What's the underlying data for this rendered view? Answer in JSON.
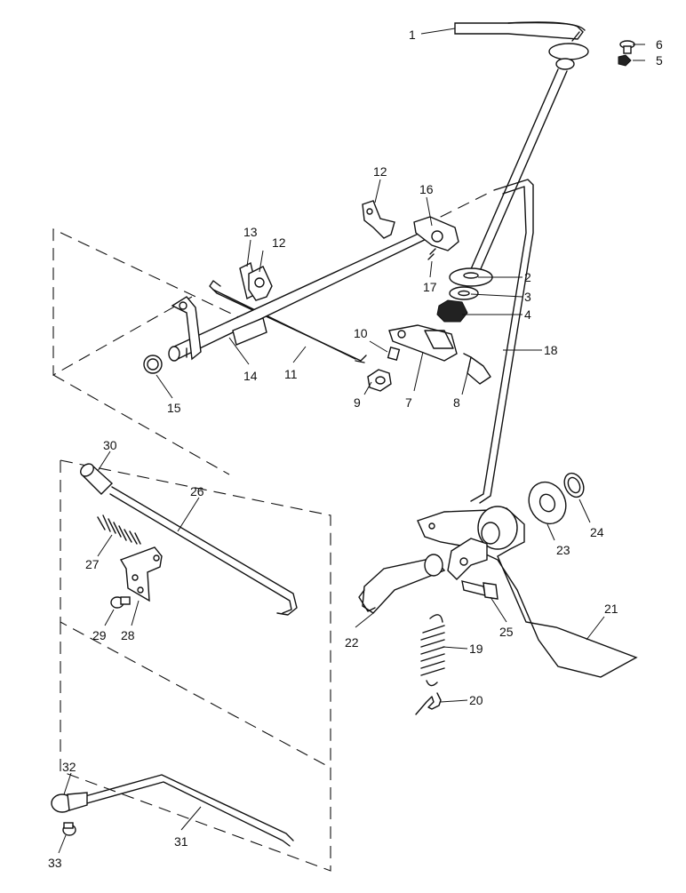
{
  "diagram": {
    "callouts": [
      {
        "id": "1",
        "label": "1"
      },
      {
        "id": "2",
        "label": "2"
      },
      {
        "id": "3",
        "label": "3"
      },
      {
        "id": "4",
        "label": "4"
      },
      {
        "id": "5",
        "label": "5"
      },
      {
        "id": "6",
        "label": "6"
      },
      {
        "id": "7",
        "label": "7"
      },
      {
        "id": "8",
        "label": "8"
      },
      {
        "id": "9",
        "label": "9"
      },
      {
        "id": "10",
        "label": "10"
      },
      {
        "id": "11",
        "label": "11"
      },
      {
        "id": "12a",
        "label": "12"
      },
      {
        "id": "12b",
        "label": "12"
      },
      {
        "id": "13",
        "label": "13"
      },
      {
        "id": "14",
        "label": "14"
      },
      {
        "id": "15",
        "label": "15"
      },
      {
        "id": "16",
        "label": "16"
      },
      {
        "id": "17",
        "label": "17"
      },
      {
        "id": "18",
        "label": "18"
      },
      {
        "id": "19",
        "label": "19"
      },
      {
        "id": "20",
        "label": "20"
      },
      {
        "id": "21",
        "label": "21"
      },
      {
        "id": "22",
        "label": "22"
      },
      {
        "id": "23",
        "label": "23"
      },
      {
        "id": "24",
        "label": "24"
      },
      {
        "id": "25",
        "label": "25"
      },
      {
        "id": "26",
        "label": "26"
      },
      {
        "id": "27",
        "label": "27"
      },
      {
        "id": "28",
        "label": "28"
      },
      {
        "id": "29",
        "label": "29"
      },
      {
        "id": "30",
        "label": "30"
      },
      {
        "id": "31",
        "label": "31"
      },
      {
        "id": "32",
        "label": "32"
      },
      {
        "id": "33",
        "label": "33"
      }
    ]
  }
}
